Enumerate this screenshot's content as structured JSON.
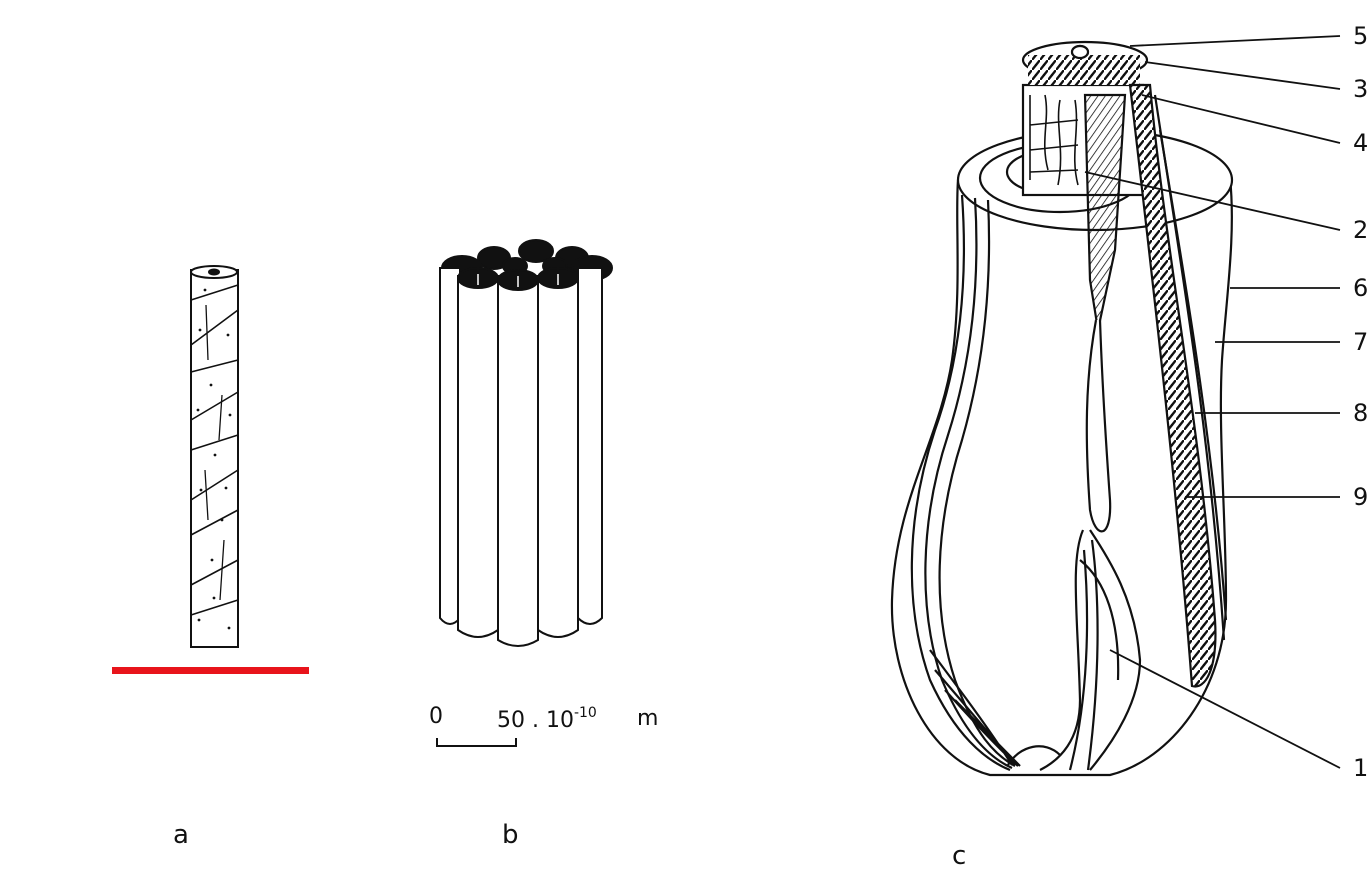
{
  "panels": {
    "a": {
      "label": "a"
    },
    "b": {
      "label": "b",
      "scale_zero": "0",
      "scale_value": "50 . 10",
      "scale_exponent": "-10",
      "scale_unit": "m"
    },
    "c": {
      "label": "c",
      "callouts": [
        "5",
        "3",
        "4",
        "2",
        "6",
        "7",
        "8",
        "9",
        "1"
      ]
    }
  },
  "colors": {
    "ink": "#111111",
    "highlight_bar": "#e8141b"
  }
}
